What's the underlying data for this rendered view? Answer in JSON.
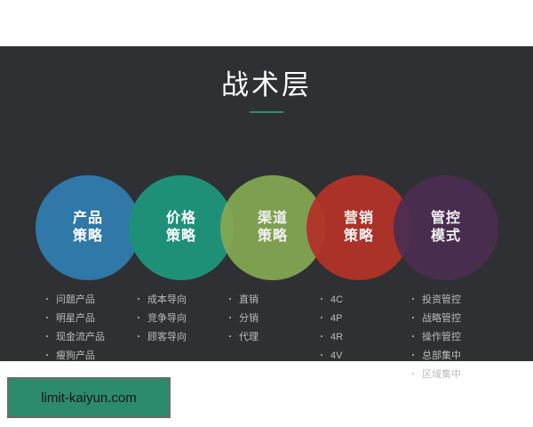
{
  "slide": {
    "title": "战术层",
    "background_color": "#2f3033",
    "title_color": "#ffffff",
    "underline_color": "#2f8a74"
  },
  "venn": {
    "circles": [
      {
        "label": "产品\n策略",
        "color": "#2f78a8",
        "name": "product-strategy"
      },
      {
        "label": "价格\n策略",
        "color": "#1f9078",
        "name": "price-strategy"
      },
      {
        "label": "渠道\n策略",
        "color": "#86a853",
        "name": "channel-strategy"
      },
      {
        "label": "营销\n策略",
        "color": "#b23328",
        "name": "marketing-strategy"
      },
      {
        "label": "管控\n模式",
        "color": "#4b2d52",
        "name": "control-model"
      }
    ]
  },
  "columns": [
    {
      "items": [
        "问题产品",
        "明星产品",
        "现金流产品",
        "瘦狗产品"
      ]
    },
    {
      "items": [
        "成本导向",
        "竞争导向",
        "顾客导向"
      ]
    },
    {
      "items": [
        "直销",
        "分销",
        "代理"
      ]
    },
    {
      "items": [
        "4C",
        "4P",
        "4R",
        "4V"
      ]
    },
    {
      "items": [
        "投资管控",
        "战略管控",
        "操作管控",
        "总部集中",
        "区域集中"
      ]
    }
  ],
  "footer": {
    "watermark_text": "limit-kaiyun.com",
    "watermark_bg": "#2c8a6d",
    "watermark_border": "#6b6b6b"
  }
}
